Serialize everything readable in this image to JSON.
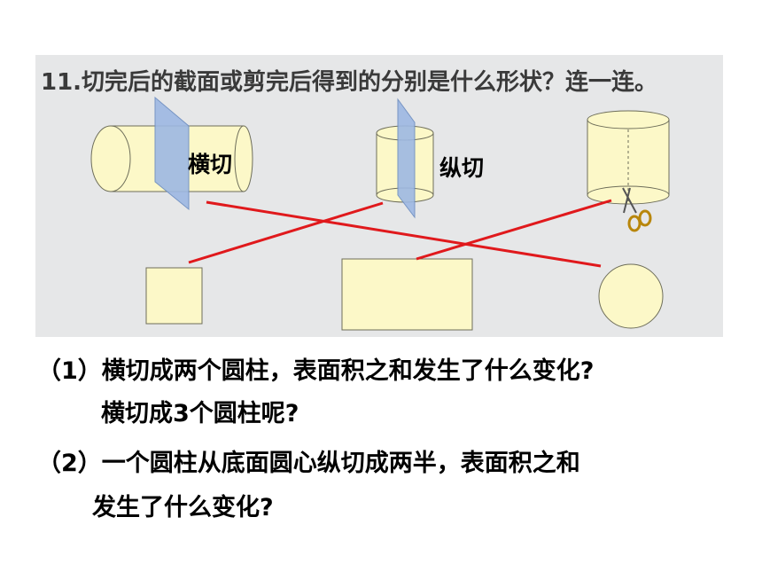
{
  "title": "11.切完后的截面或剪完后得到的分别是什么形状？连一连。",
  "labels": {
    "horizontal_cut": "横切",
    "vertical_cut": "纵切"
  },
  "colors": {
    "shape_fill": "#fcf8c8",
    "shape_stroke": "#6e6e5a",
    "plane_fill": "#9db8e3",
    "line": "#e0191c",
    "panel_bg": "#e6e7e8"
  },
  "questions": {
    "q1_line1": "（1）横切成两个圆柱，表面积之和发生了什么变化?",
    "q1_line2": "横切成3个圆柱呢?",
    "q2_line1": "（2）一个圆柱从底面圆心纵切成两半，表面积之和",
    "q2_line2": "发生了什么变化?"
  }
}
